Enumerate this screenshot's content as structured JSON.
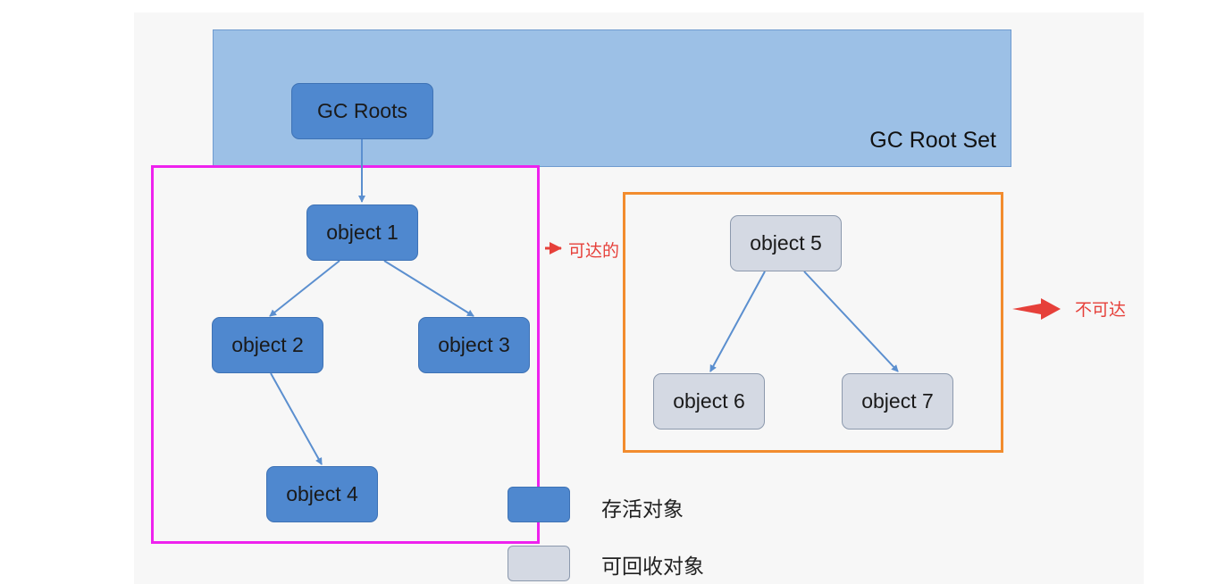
{
  "root_set": {
    "label": "GC Root Set"
  },
  "nodes": {
    "gc_roots": "GC Roots",
    "object1": "object 1",
    "object2": "object 2",
    "object3": "object 3",
    "object4": "object 4",
    "object5": "object 5",
    "object6": "object 6",
    "object7": "object 7"
  },
  "annotations": {
    "reachable": "可达的",
    "unreachable": "不可达"
  },
  "legend": {
    "live": "存活对象",
    "collectable": "可回收对象"
  },
  "colors": {
    "live": "#4f88cf",
    "collectable": "#d4d9e3",
    "root_set": "#9cc0e6",
    "reachable_frame": "#ee22ee",
    "unreachable_frame": "#f28c2e",
    "annotation_red": "#e6403a"
  }
}
